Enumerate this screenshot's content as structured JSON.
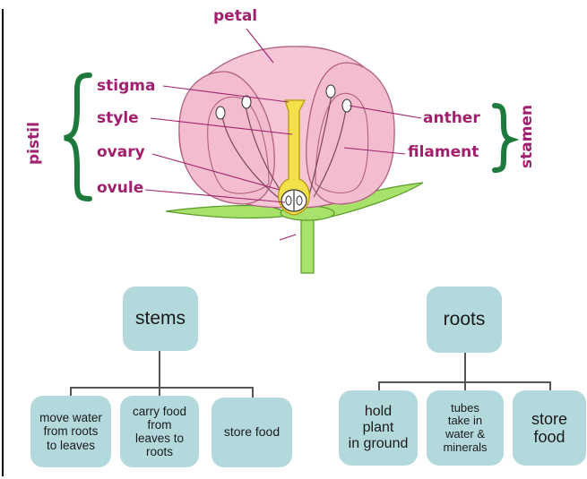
{
  "flower": {
    "labels": {
      "petal": "petal",
      "stigma": "stigma",
      "style": "style",
      "ovary": "ovary",
      "ovule": "ovule",
      "anther": "anther",
      "filament": "filament",
      "pistil": "pistil",
      "stamen": "stamen"
    },
    "colors": {
      "label": "#a0206e",
      "bracket": "#1e7a3c",
      "petal_fill": "#f6c6d6",
      "petal_stroke": "#b06080",
      "pistil_fill": "#f4e04a",
      "stem_fill": "#a8e26a"
    }
  },
  "stems_tree": {
    "root": "stems",
    "children": [
      "move water\nfrom roots\nto leaves",
      "carry food\nfrom\nleaves to\nroots",
      "store food"
    ]
  },
  "roots_tree": {
    "root": "roots",
    "children": [
      "hold\nplant\nin ground",
      "tubes\ntake in\nwater &\nminerals",
      "store\nfood"
    ]
  },
  "colors": {
    "node_fill": "#b4d9dd",
    "connector": "#555555"
  }
}
